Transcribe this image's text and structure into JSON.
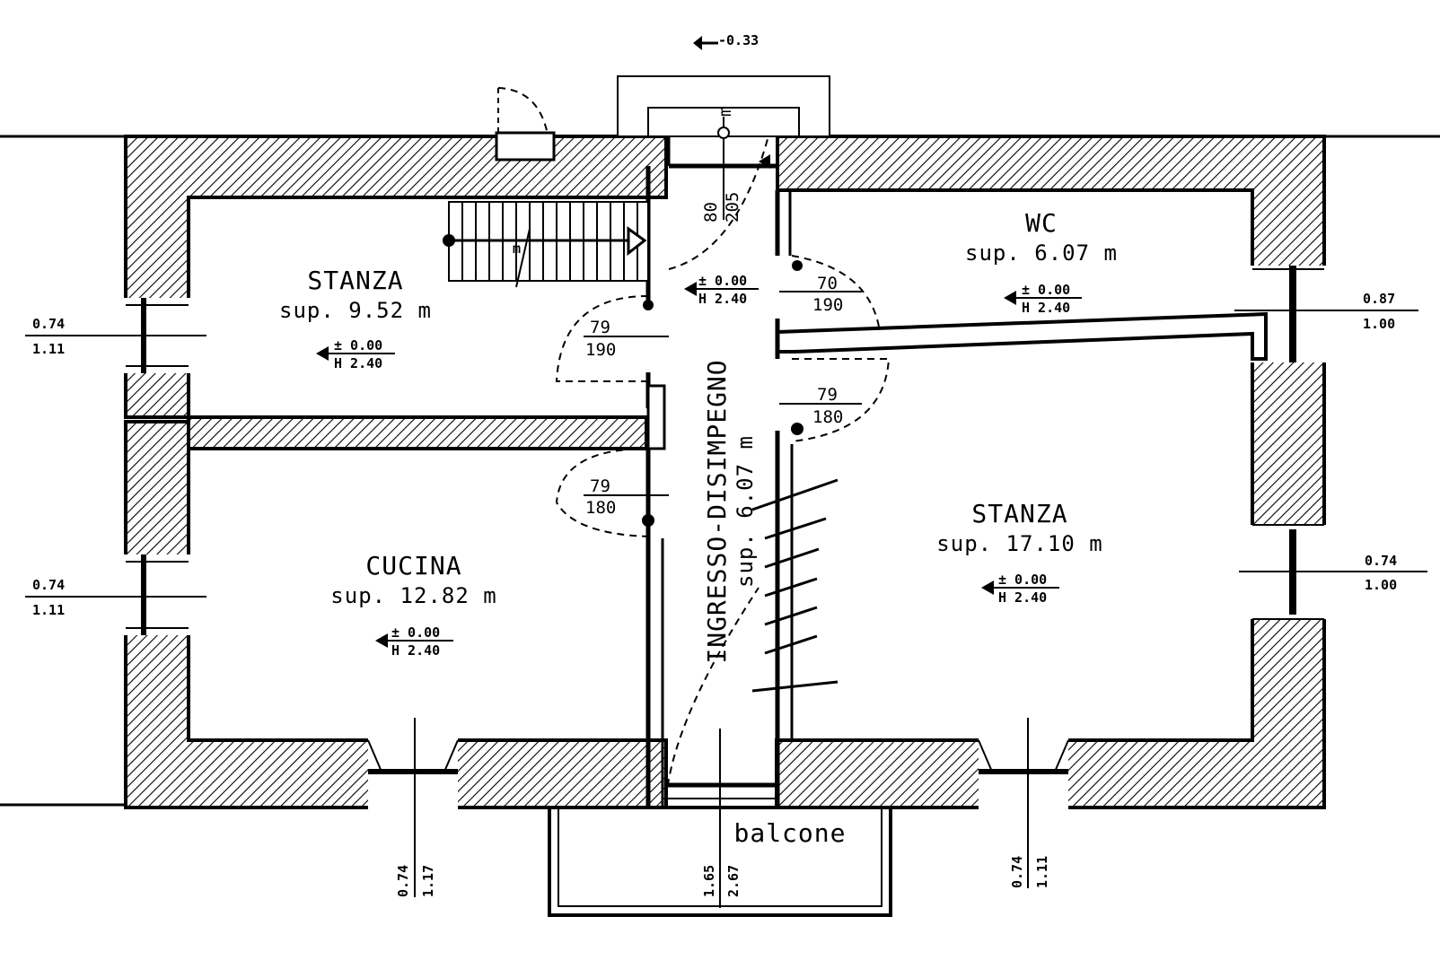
{
  "rooms": {
    "stanza_top": {
      "name": "STANZA",
      "area": "sup. 9.52 m",
      "level": "± 0.00",
      "height": "H 2.40"
    },
    "cucina": {
      "name": "CUCINA",
      "area": "sup. 12.82 m",
      "level": "± 0.00",
      "height": "H 2.40"
    },
    "ingresso": {
      "name": "INGRESSO-DISIMPEGNO",
      "area": "sup. 6.07 m",
      "level": "± 0.00",
      "height": "H 2.40"
    },
    "wc": {
      "name": "WC",
      "area": "sup. 6.07 m",
      "level": "± 0.00",
      "height": "H 2.40"
    },
    "stanza_right": {
      "name": "STANZA",
      "area": "sup. 17.10 m",
      "level": "± 0.00",
      "height": "H 2.40"
    },
    "balcone": {
      "name": "balcone"
    }
  },
  "doors": {
    "stanza_door": {
      "width": "79",
      "height": "190"
    },
    "cucina_door": {
      "width": "79",
      "height": "180"
    },
    "wc_door": {
      "width": "70",
      "height": "190"
    },
    "stanza_right_door": {
      "width": "79",
      "height": "180"
    },
    "entrance": {
      "width": "80",
      "height": "205"
    }
  },
  "windows": {
    "left_top": {
      "sill": "0.74",
      "height": "1.11"
    },
    "left_bottom": {
      "sill": "0.74",
      "height": "1.11"
    },
    "right_top": {
      "sill": "0.87",
      "height": "1.00"
    },
    "right_bottom": {
      "sill": "0.74",
      "height": "1.00"
    },
    "bottom_cucina": {
      "sill": "0.74",
      "height": "1.17"
    },
    "bottom_stanza": {
      "sill": "0.74",
      "height": "1.11"
    },
    "balcone_door": {
      "sill": "1.65",
      "height": "2.67"
    }
  },
  "exterior_level": "-0.33",
  "stair_marker": "m",
  "entry_marker": "m"
}
